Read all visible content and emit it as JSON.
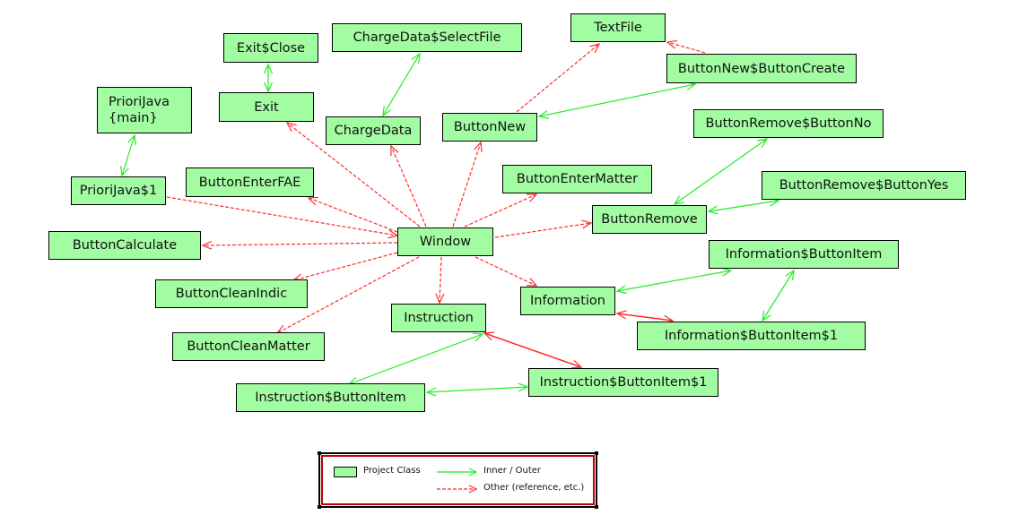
{
  "diagram_title": "Class dependency diagram",
  "colors": {
    "node_fill": "#a2fca2",
    "node_border": "#000000",
    "inner_outer_edge": "#22ee22",
    "other_edge": "#ff2a2a",
    "legend_border": "#c00000"
  },
  "nodes": [
    {
      "id": "priorijava_main",
      "label": "PrioriJava\n{main}"
    },
    {
      "id": "priorijava_1",
      "label": "PrioriJava$1"
    },
    {
      "id": "exit_close",
      "label": "Exit$Close"
    },
    {
      "id": "exit",
      "label": "Exit"
    },
    {
      "id": "chargedata_selectfile",
      "label": "ChargeData$SelectFile"
    },
    {
      "id": "chargedata",
      "label": "ChargeData"
    },
    {
      "id": "buttonnew",
      "label": "ButtonNew"
    },
    {
      "id": "textfile",
      "label": "TextFile"
    },
    {
      "id": "buttonnew_buttoncreate",
      "label": "ButtonNew$ButtonCreate"
    },
    {
      "id": "buttonremove_buttonno",
      "label": "ButtonRemove$ButtonNo"
    },
    {
      "id": "buttonenterfae",
      "label": "ButtonEnterFAE"
    },
    {
      "id": "buttonentermatter",
      "label": "ButtonEnterMatter"
    },
    {
      "id": "buttonremove_buttonyes",
      "label": "ButtonRemove$ButtonYes"
    },
    {
      "id": "buttonremove",
      "label": "ButtonRemove"
    },
    {
      "id": "window",
      "label": "Window"
    },
    {
      "id": "buttoncalculate",
      "label": "ButtonCalculate"
    },
    {
      "id": "information_buttonitem",
      "label": "Information$ButtonItem"
    },
    {
      "id": "information",
      "label": "Information"
    },
    {
      "id": "buttoncleanindic",
      "label": "ButtonCleanIndic"
    },
    {
      "id": "instruction",
      "label": "Instruction"
    },
    {
      "id": "information_buttonitem_1",
      "label": "Information$ButtonItem$1"
    },
    {
      "id": "buttoncleanmatter",
      "label": "ButtonCleanMatter"
    },
    {
      "id": "instruction_buttonitem_1",
      "label": "Instruction$ButtonItem$1"
    },
    {
      "id": "instruction_buttonitem",
      "label": "Instruction$ButtonItem"
    }
  ],
  "edges": [
    {
      "from": "priorijava_main",
      "to": "priorijava_1",
      "type": "inner_outer",
      "bidirectional": true
    },
    {
      "from": "exit_close",
      "to": "exit",
      "type": "inner_outer",
      "bidirectional": true
    },
    {
      "from": "chargedata_selectfile",
      "to": "chargedata",
      "type": "inner_outer",
      "bidirectional": true
    },
    {
      "from": "buttonnew_buttoncreate",
      "to": "buttonnew",
      "type": "inner_outer",
      "bidirectional": true
    },
    {
      "from": "buttonremove_buttonno",
      "to": "buttonremove",
      "type": "inner_outer",
      "bidirectional": true
    },
    {
      "from": "buttonremove_buttonyes",
      "to": "buttonremove",
      "type": "inner_outer",
      "bidirectional": true
    },
    {
      "from": "information_buttonitem",
      "to": "information",
      "type": "inner_outer",
      "bidirectional": true
    },
    {
      "from": "information_buttonitem",
      "to": "information_buttonitem_1",
      "type": "inner_outer",
      "bidirectional": true
    },
    {
      "from": "instruction",
      "to": "instruction_buttonitem",
      "type": "inner_outer",
      "bidirectional": true
    },
    {
      "from": "instruction_buttonitem",
      "to": "instruction_buttonitem_1",
      "type": "inner_outer",
      "bidirectional": true
    },
    {
      "from": "information",
      "to": "information_buttonitem_1",
      "type": "other_solid",
      "bidirectional": true
    },
    {
      "from": "instruction",
      "to": "instruction_buttonitem_1",
      "type": "other_solid",
      "bidirectional": true
    },
    {
      "from": "buttonnew",
      "to": "textfile",
      "type": "other",
      "bidirectional": false
    },
    {
      "from": "buttonnew_buttoncreate",
      "to": "textfile",
      "type": "other",
      "bidirectional": false
    },
    {
      "from": "priorijava_1",
      "to": "window",
      "type": "other",
      "bidirectional": false
    },
    {
      "from": "window",
      "to": "exit",
      "type": "other",
      "bidirectional": false
    },
    {
      "from": "window",
      "to": "chargedata",
      "type": "other",
      "bidirectional": false
    },
    {
      "from": "window",
      "to": "buttonnew",
      "type": "other",
      "bidirectional": false
    },
    {
      "from": "window",
      "to": "buttonenterfae",
      "type": "other",
      "bidirectional": false
    },
    {
      "from": "window",
      "to": "buttonentermatter",
      "type": "other",
      "bidirectional": false
    },
    {
      "from": "window",
      "to": "buttonremove",
      "type": "other",
      "bidirectional": false
    },
    {
      "from": "window",
      "to": "buttoncalculate",
      "type": "other",
      "bidirectional": false
    },
    {
      "from": "window",
      "to": "buttoncleanindic",
      "type": "other",
      "bidirectional": false
    },
    {
      "from": "window",
      "to": "buttoncleanmatter",
      "type": "other",
      "bidirectional": false
    },
    {
      "from": "window",
      "to": "instruction",
      "type": "other",
      "bidirectional": false
    },
    {
      "from": "window",
      "to": "information",
      "type": "other",
      "bidirectional": false
    }
  ],
  "legend": {
    "project_class": "Project Class",
    "inner_outer": "Inner / Outer",
    "other": "Other (reference, etc.)"
  }
}
